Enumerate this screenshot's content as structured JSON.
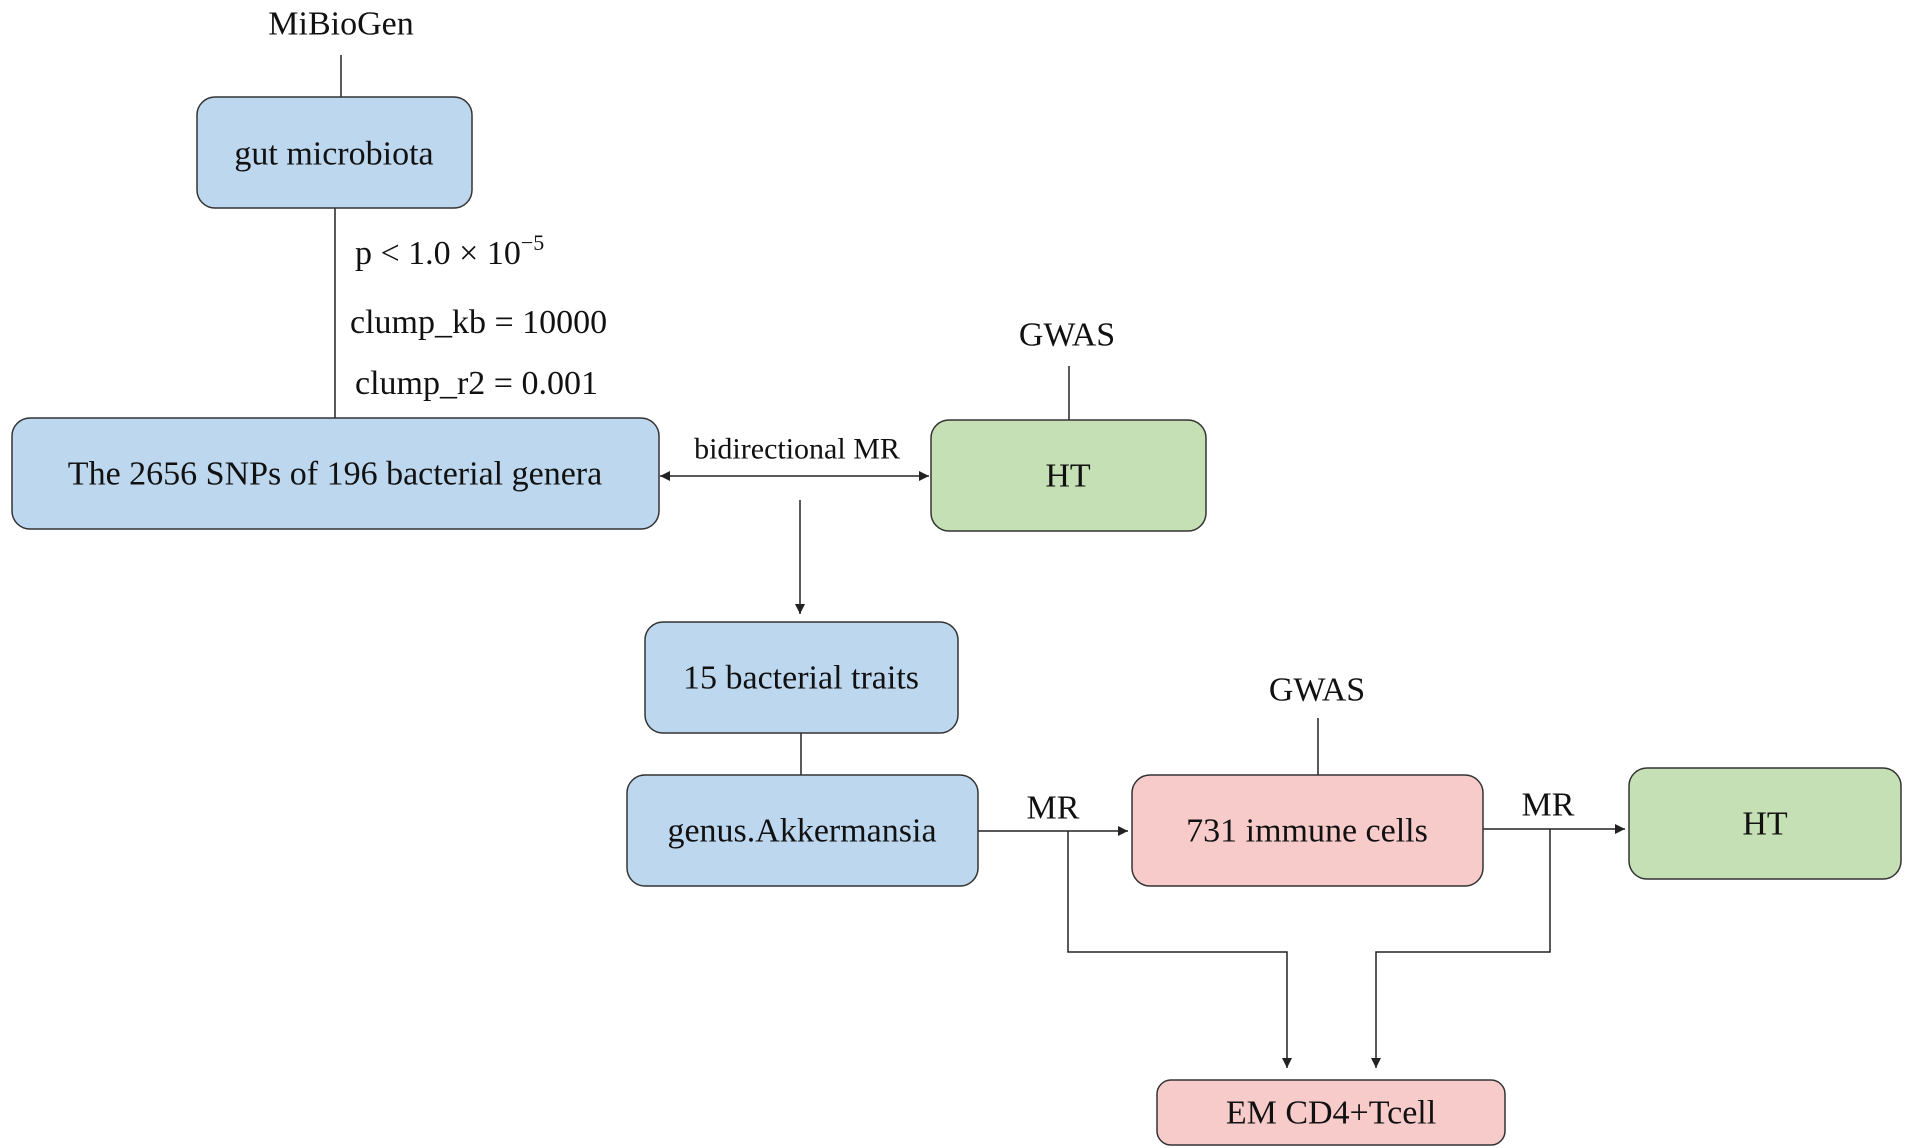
{
  "colors": {
    "blue": "#bdd7ee",
    "green": "#c5e0b4",
    "pink": "#f8cbcb"
  },
  "sources": {
    "mibiogen": "MiBioGen",
    "gwas_ht": "GWAS",
    "gwas_immune": "GWAS"
  },
  "nodes": {
    "gut_microbiota": "gut microbiota",
    "snps": "The 2656 SNPs of 196 bacterial genera",
    "ht_top": "HT",
    "bacterial_traits": "15 bacterial traits",
    "akkermansia": "genus.Akkermansia",
    "immune_cells": "731 immune cells",
    "ht_right": "HT",
    "em_cd4": "EM CD4+Tcell"
  },
  "criteria": {
    "p_base": "p < 1.0 × 10",
    "p_exp": "−5",
    "clump_kb": "clump_kb = 10000",
    "clump_r2": "clump_r2 = 0.001"
  },
  "edges": {
    "bidirectional": "bidirectional MR",
    "mr_left": "MR",
    "mr_right": "MR"
  }
}
